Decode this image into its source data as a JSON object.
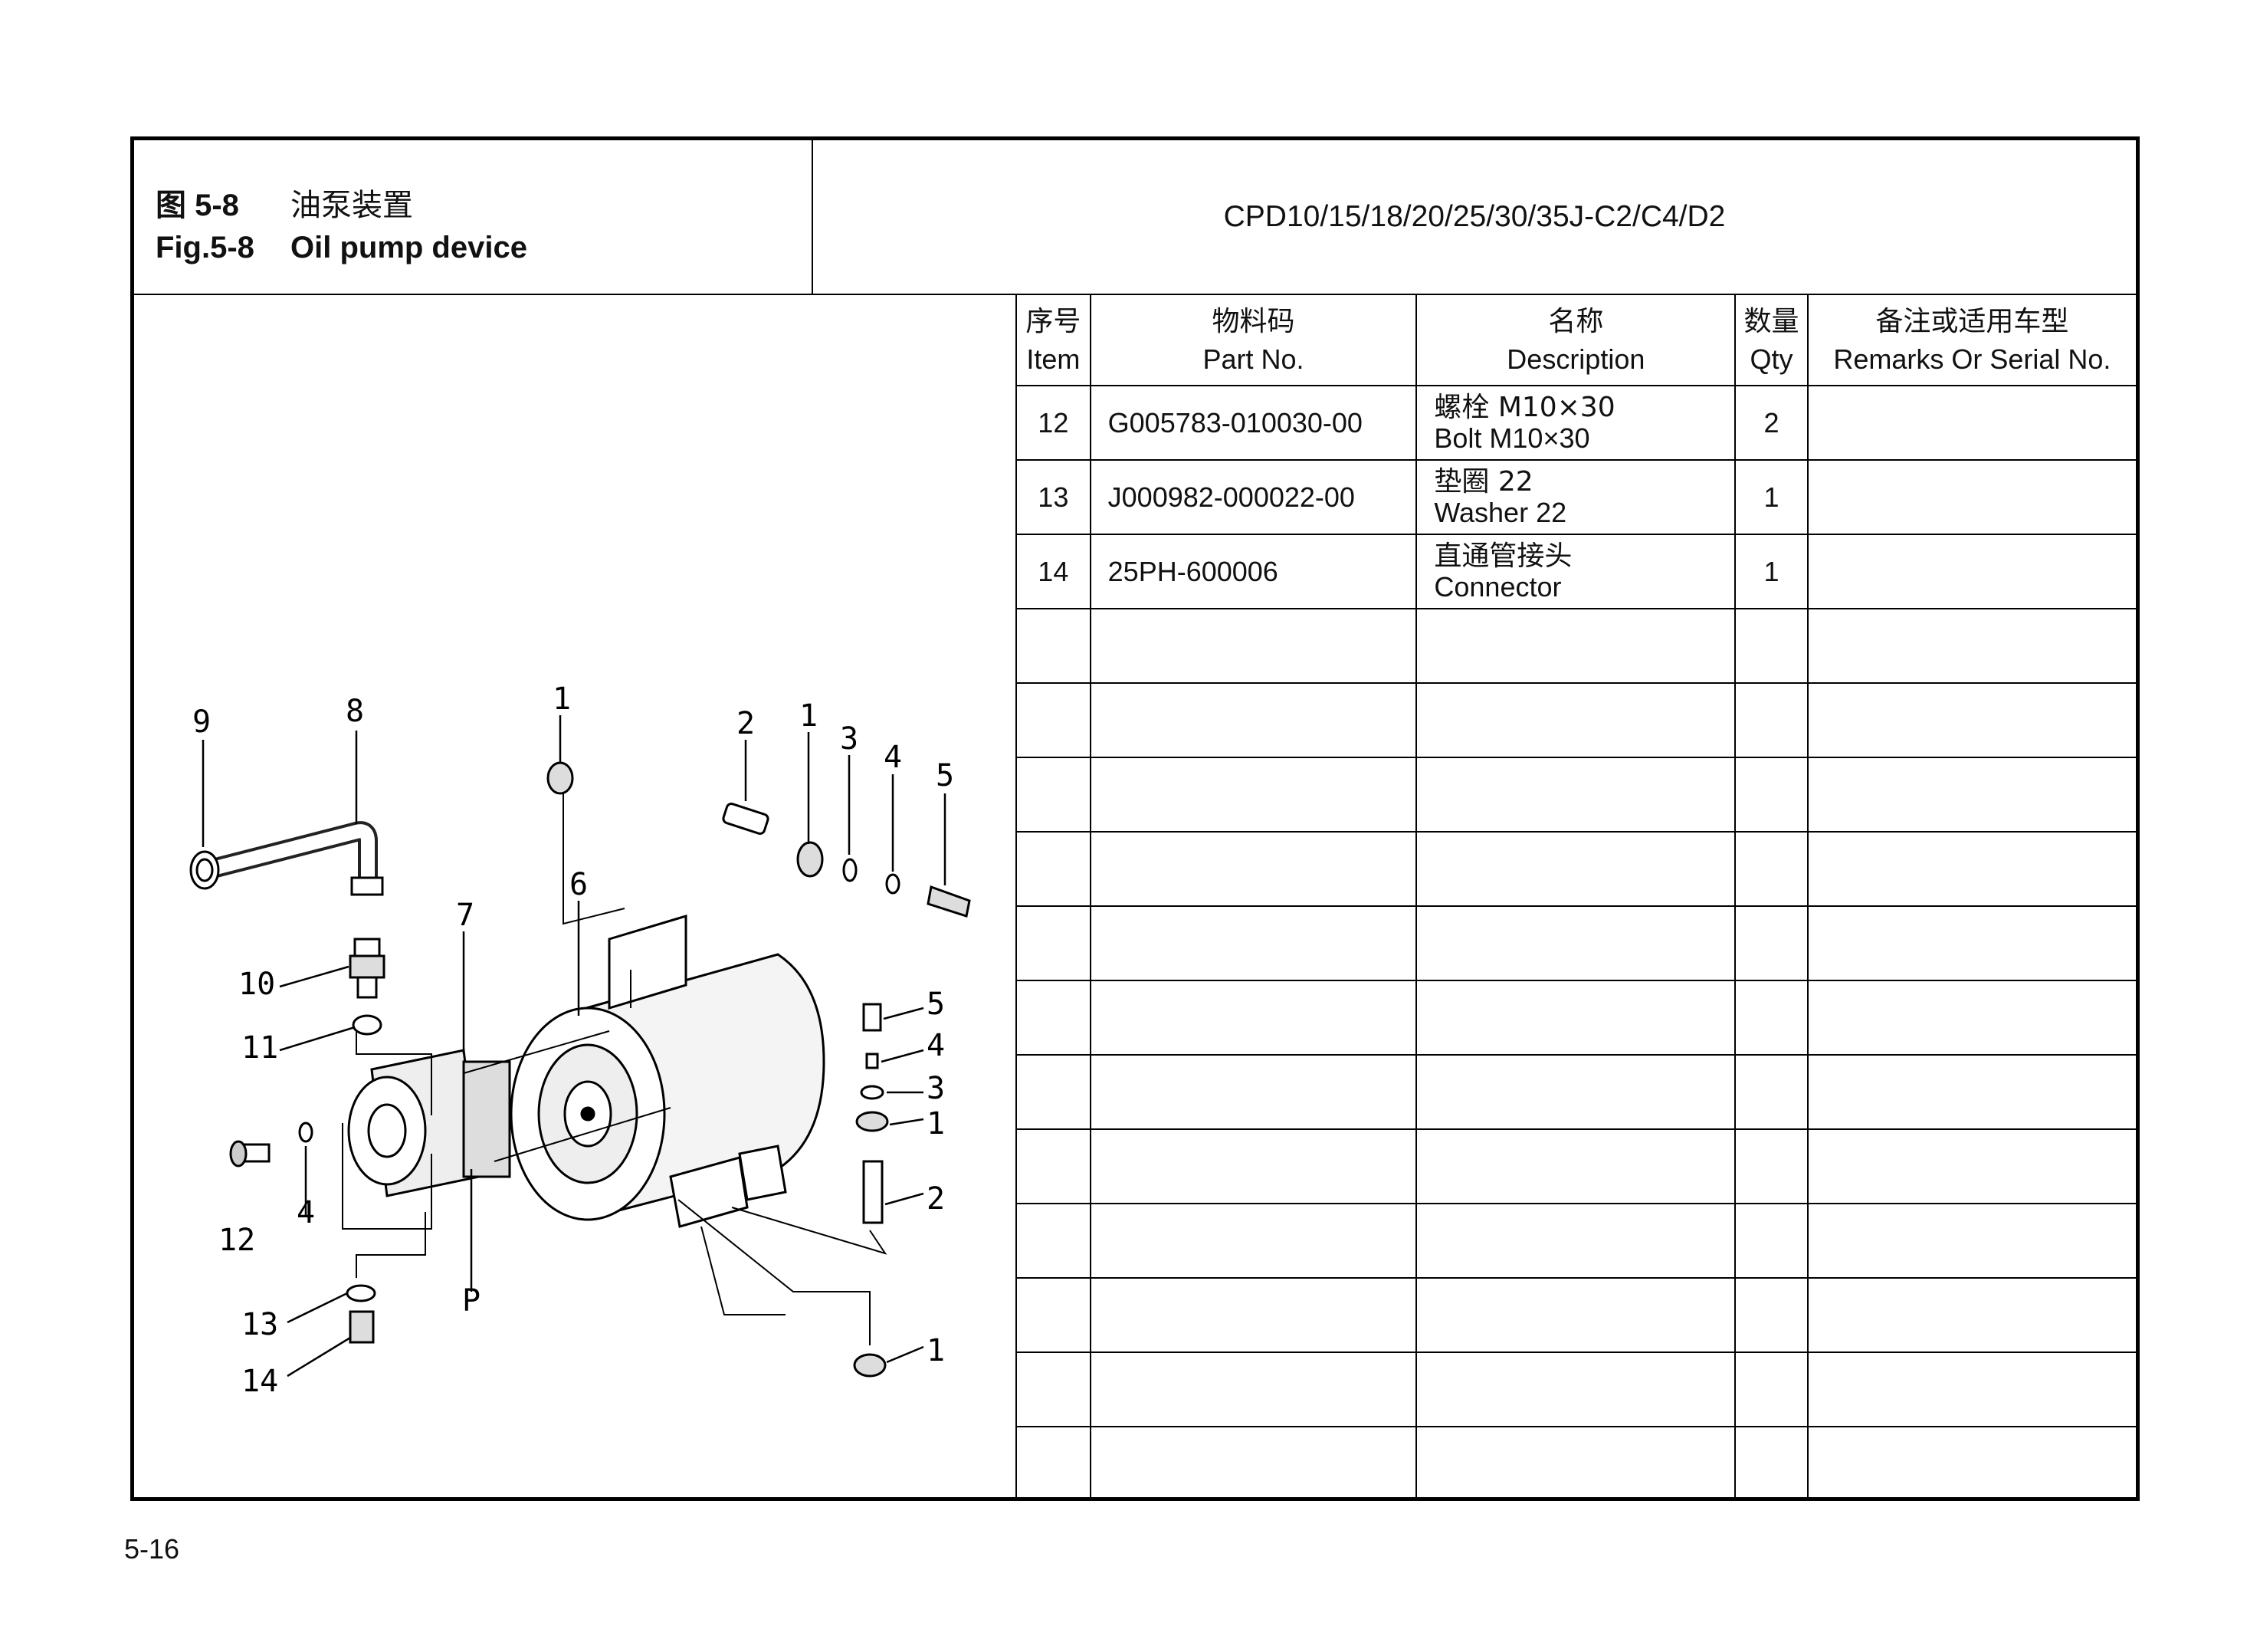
{
  "header": {
    "fig_number_zh": "图 5-8",
    "title_zh": "油泵装置",
    "fig_number_en": "Fig.5-8",
    "title_en": "Oil pump device",
    "models": "CPD10/15/18/20/25/30/35J-C2/C4/D2"
  },
  "table": {
    "columns": [
      {
        "zh": "序号",
        "en": "Item"
      },
      {
        "zh": "物料码",
        "en": "Part No."
      },
      {
        "zh": "名称",
        "en": "Description"
      },
      {
        "zh": "数量",
        "en": "Qty"
      },
      {
        "zh": "备注或适用车型",
        "en": "Remarks Or Serial No."
      }
    ],
    "rows": [
      {
        "item": "12",
        "part_no": "G005783-010030-00",
        "desc_zh": "螺栓 M10×30",
        "desc_en": "Bolt M10×30",
        "qty": "2",
        "remarks": ""
      },
      {
        "item": "13",
        "part_no": "J000982-000022-00",
        "desc_zh": "垫圈 22",
        "desc_en": "Washer 22",
        "qty": "1",
        "remarks": ""
      },
      {
        "item": "14",
        "part_no": "25PH-600006",
        "desc_zh": "直通管接头",
        "desc_en": "Connector",
        "qty": "1",
        "remarks": ""
      }
    ],
    "empty_row_count": 12
  },
  "diagram": {
    "callouts": [
      "9",
      "8",
      "1",
      "2",
      "1",
      "3",
      "4",
      "5",
      "6",
      "7",
      "10",
      "11",
      "12",
      "4",
      "13",
      "14",
      "P",
      "5",
      "4",
      "3",
      "1",
      "2",
      "1"
    ]
  },
  "footer": {
    "page_number": "5-16"
  }
}
